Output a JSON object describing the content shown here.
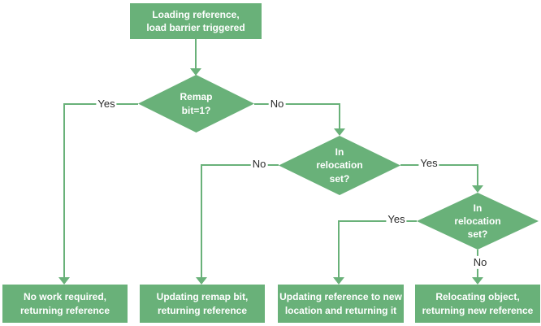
{
  "diagram": {
    "title": "load-barrier-flowchart",
    "colors": {
      "node_fill": "#69b179",
      "node_text": "#ffffff",
      "connector": "#69b179",
      "edge_label_text": "#2b2b2b",
      "background": "#ffffff"
    },
    "nodes": {
      "start": {
        "type": "process",
        "label": "Loading reference,\nload barrier triggered"
      },
      "decision_remap": {
        "type": "decision",
        "label": "Remap\nbit=1?"
      },
      "decision_relocation_1": {
        "type": "decision",
        "label": "In\nrelocation\nset?"
      },
      "decision_relocation_2": {
        "type": "decision",
        "label": "In\nrelocation\nset?"
      },
      "end_no_work": {
        "type": "process",
        "label": "No work required,\nreturning reference"
      },
      "end_update_remap": {
        "type": "process",
        "label": "Updating remap bit,\nreturning reference"
      },
      "end_update_reference": {
        "type": "process",
        "label": "Updating reference to new\nlocation and returning it"
      },
      "end_relocate": {
        "type": "process",
        "label": "Relocating object,\nreturning new reference"
      }
    },
    "edges": {
      "remap_yes": "Yes",
      "remap_no": "No",
      "relocation1_no": "No",
      "relocation1_yes": "Yes",
      "relocation2_yes": "Yes",
      "relocation2_no": "No"
    }
  }
}
